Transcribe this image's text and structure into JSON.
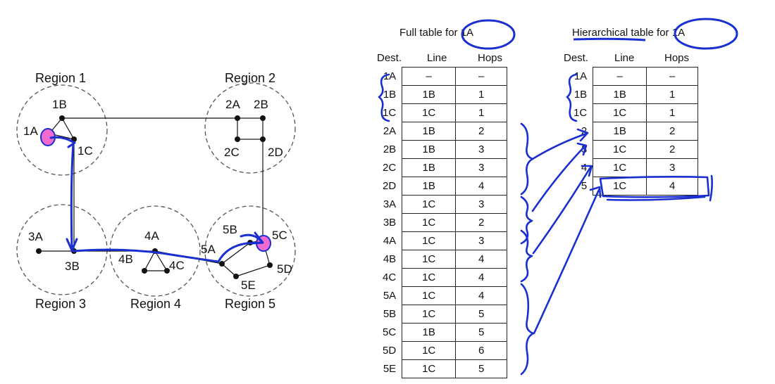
{
  "regions": [
    {
      "label": "Region 1"
    },
    {
      "label": "Region 2"
    },
    {
      "label": "Region 3"
    },
    {
      "label": "Region 4"
    },
    {
      "label": "Region 5"
    }
  ],
  "nodes": {
    "1A": "1A",
    "1B": "1B",
    "1C": "1C",
    "2A": "2A",
    "2B": "2B",
    "2C": "2C",
    "2D": "2D",
    "3A": "3A",
    "3B": "3B",
    "4A": "4A",
    "4B": "4B",
    "4C": "4C",
    "5A": "5A",
    "5B": "5B",
    "5C": "5C",
    "5D": "5D",
    "5E": "5E"
  },
  "full_table": {
    "title": "Full table for 1A",
    "headers": {
      "dest": "Dest.",
      "line": "Line",
      "hops": "Hops"
    },
    "rows": [
      {
        "dest": "1A",
        "line": "–",
        "hops": "–"
      },
      {
        "dest": "1B",
        "line": "1B",
        "hops": "1"
      },
      {
        "dest": "1C",
        "line": "1C",
        "hops": "1"
      },
      {
        "dest": "2A",
        "line": "1B",
        "hops": "2"
      },
      {
        "dest": "2B",
        "line": "1B",
        "hops": "3"
      },
      {
        "dest": "2C",
        "line": "1B",
        "hops": "3"
      },
      {
        "dest": "2D",
        "line": "1B",
        "hops": "4"
      },
      {
        "dest": "3A",
        "line": "1C",
        "hops": "3"
      },
      {
        "dest": "3B",
        "line": "1C",
        "hops": "2"
      },
      {
        "dest": "4A",
        "line": "1C",
        "hops": "3"
      },
      {
        "dest": "4B",
        "line": "1C",
        "hops": "4"
      },
      {
        "dest": "4C",
        "line": "1C",
        "hops": "4"
      },
      {
        "dest": "5A",
        "line": "1C",
        "hops": "4"
      },
      {
        "dest": "5B",
        "line": "1C",
        "hops": "5"
      },
      {
        "dest": "5C",
        "line": "1B",
        "hops": "5"
      },
      {
        "dest": "5D",
        "line": "1C",
        "hops": "6"
      },
      {
        "dest": "5E",
        "line": "1C",
        "hops": "5"
      }
    ]
  },
  "hier_table": {
    "title": "Hierarchical table for 1A",
    "headers": {
      "dest": "Dest.",
      "line": "Line",
      "hops": "Hops"
    },
    "rows": [
      {
        "dest": "1A",
        "line": "–",
        "hops": "–"
      },
      {
        "dest": "1B",
        "line": "1B",
        "hops": "1"
      },
      {
        "dest": "1C",
        "line": "1C",
        "hops": "1"
      },
      {
        "dest": "2",
        "line": "1B",
        "hops": "2"
      },
      {
        "dest": "3",
        "line": "1C",
        "hops": "2"
      },
      {
        "dest": "4",
        "line": "1C",
        "hops": "3"
      },
      {
        "dest": "5",
        "line": "1C",
        "hops": "4"
      }
    ]
  },
  "colors": {
    "ink": "#1a2fd0",
    "highlight": "#f06ad0",
    "line": "#111111",
    "circle": "#555555"
  }
}
